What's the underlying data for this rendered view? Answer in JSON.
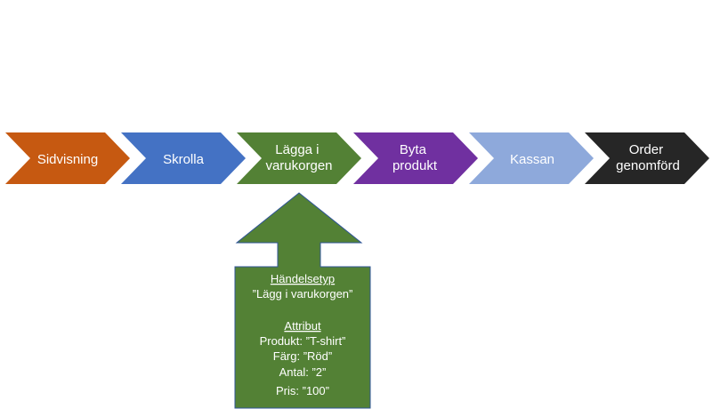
{
  "steps": [
    {
      "lines": [
        "Sidvisning"
      ],
      "color": "#C65911"
    },
    {
      "lines": [
        "Skrolla"
      ],
      "color": "#4472C4"
    },
    {
      "lines": [
        "Lägga i",
        "varukorgen"
      ],
      "color": "#538135"
    },
    {
      "lines": [
        "Byta",
        "produkt"
      ],
      "color": "#7030A0"
    },
    {
      "lines": [
        "Kassan"
      ],
      "color": "#8EA9DB"
    },
    {
      "lines": [
        "Order",
        "genomförd"
      ],
      "color": "#262626"
    }
  ],
  "callout": {
    "color": "#538135",
    "border_color": "#2F5597",
    "event_type_heading": "Händelsetyp",
    "event_type_value": "”Lägg i varukorgen”",
    "attributes_heading": "Attribut",
    "attributes": [
      "Produkt: ”T-shirt”",
      "Färg: ”Röd”",
      "Antal: ”2”",
      "Pris: ”100”"
    ]
  }
}
